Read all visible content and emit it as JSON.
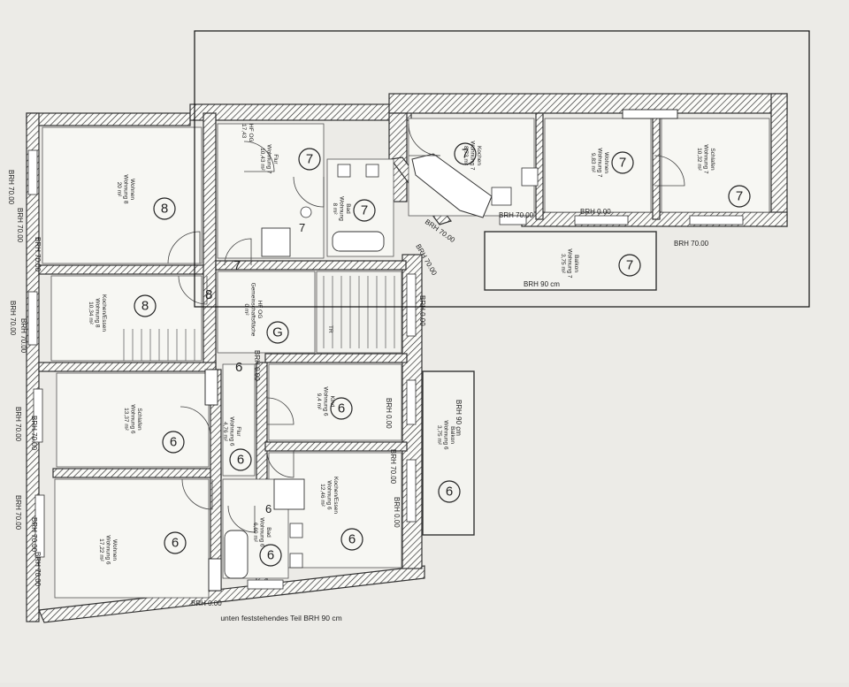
{
  "plan": {
    "footnote": "unten feststehendes Teil BRH 90 cm",
    "rooms": [
      {
        "id": "wohnen8",
        "unit": "8",
        "lines": [
          "Wohnen",
          "Wohnung 8",
          "20 m²"
        ]
      },
      {
        "id": "kochen8",
        "unit": "8",
        "lines": [
          "Kochen/Essen",
          "Wohnung 8",
          "10,34 m²"
        ]
      },
      {
        "id": "flur7",
        "unit": "7",
        "lines": [
          "Flur",
          "Wohnung 7",
          "10,43 m²"
        ]
      },
      {
        "id": "bad7",
        "unit": "7",
        "lines": [
          "Bad",
          "Wohnung",
          "8 m²"
        ]
      },
      {
        "id": "kochen7",
        "unit": "7",
        "lines": [
          "Kochen",
          "Wohnung 7",
          "8,73 m²"
        ]
      },
      {
        "id": "wohnen7",
        "unit": "7",
        "lines": [
          "Wohnen",
          "Wohnung 7",
          "9,83 m²"
        ]
      },
      {
        "id": "schlafen7",
        "unit": "7",
        "lines": [
          "Schlafen",
          "Wohnung 7",
          "10,32 m²"
        ]
      },
      {
        "id": "balkon7",
        "unit": "7",
        "lines": [
          "Balkon",
          "Wohnung 7",
          "3,75 m²"
        ]
      },
      {
        "id": "hf",
        "unit": "G",
        "lines": [
          "HF OG",
          "Gemeinschaftsfläche",
          "0 m²"
        ]
      },
      {
        "id": "schlafen6",
        "unit": "6",
        "lines": [
          "Schlafen",
          "Wohnung 6",
          "13,37 m²"
        ]
      },
      {
        "id": "flur6",
        "unit": "6",
        "lines": [
          "Flur",
          "Wohnung 6",
          "4,76 m²"
        ]
      },
      {
        "id": "kind6",
        "unit": "6",
        "lines": [
          "Kind",
          "Wohnung 6",
          "9,4 m²"
        ]
      },
      {
        "id": "kochen6",
        "unit": "6",
        "lines": [
          "Kochen/Essen",
          "Wohnung 6",
          "12,46 m²"
        ]
      },
      {
        "id": "wohnen6",
        "unit": "6",
        "lines": [
          "Wohnen",
          "Wohnung 6",
          "17,22 m²"
        ]
      },
      {
        "id": "bad6",
        "unit": "6",
        "lines": [
          "Bad",
          "Wohnung 6",
          "6,69 m²"
        ]
      },
      {
        "id": "balkon6",
        "unit": "6",
        "lines": [
          "Balkon",
          "Wohnung 6",
          "3,75 m²"
        ]
      }
    ],
    "brh_labels": [
      "BRH 70.00",
      "BRH 70.00",
      "BRH 70.00",
      "BRH 70.00",
      "BRH 70.00",
      "BRH 0.00",
      "BRH 70.00",
      "BRH 70.00",
      "BRH 0.00",
      "BRH 70.00",
      "BRH 70.00",
      "BRH 0.00",
      "BRH 70.00",
      "BRH 0.00",
      "BRH 90 cm",
      "BRH 0.00",
      "BRH 70.00",
      "BRH 70.00",
      "BRH 90 cm",
      "BRH 70.00",
      "BRH 70.00",
      "BRH 70.00",
      "BRH 0.00"
    ],
    "misc_labels": [
      "HF OG",
      "17,43",
      "7",
      "6",
      "7",
      "6",
      "8"
    ],
    "stair_label": "TR"
  }
}
